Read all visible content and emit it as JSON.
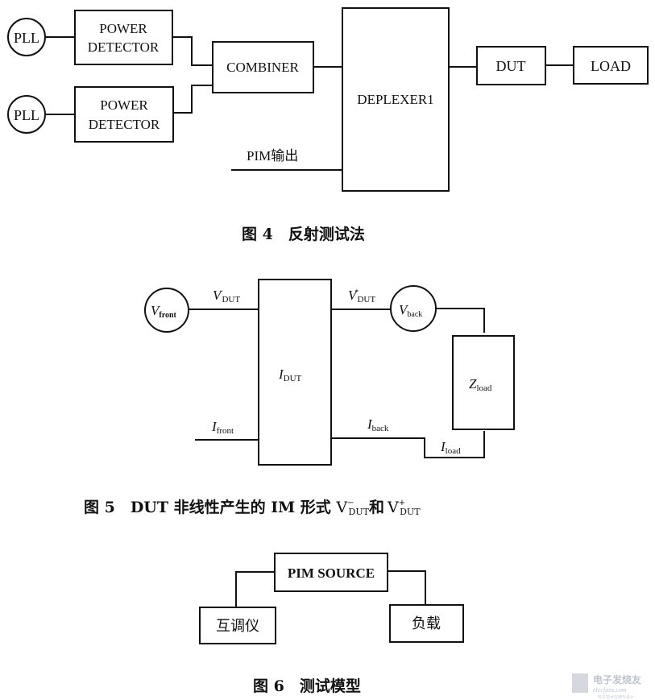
{
  "figure4": {
    "caption": "图 4　反射测试法",
    "blocks": {
      "pll1": "PLL",
      "pll2": "PLL",
      "pd1_line1": "POWER",
      "pd1_line2": "DETECTOR",
      "pd2_line1": "POWER",
      "pd2_line2": "DETECTOR",
      "combiner": "COMBINER",
      "deplexer": "DEPLEXER1",
      "dut": "DUT",
      "load": "LOAD"
    },
    "pim_output_label": "PIM输出"
  },
  "figure5": {
    "caption_prefix": "图 5　DUT 非线性产生的 IM 形式 ",
    "caption_v": "V",
    "caption_sub": "DUT",
    "caption_minus": "−",
    "caption_and": "和",
    "caption_plus": "+",
    "source_front": {
      "main": "V",
      "sub": "front"
    },
    "source_back": {
      "main": "V",
      "sub": "back"
    },
    "v_dut_minus": {
      "main": "V",
      "sup": "−",
      "sub": "DUT"
    },
    "v_dut_plus": {
      "main": "V",
      "sup": "+",
      "sub": "DUT"
    },
    "i_dut": {
      "main": "I",
      "sub": "DUT"
    },
    "i_front": {
      "main": "I",
      "sub": "front"
    },
    "i_back": {
      "main": "I",
      "sub": "back"
    },
    "i_load": {
      "main": "I",
      "sub": "load"
    },
    "z_load": {
      "main": "Z",
      "sub": "load"
    }
  },
  "figure6": {
    "caption": "图 6　测试模型",
    "pim_source": "PIM SOURCE",
    "analyzer": "互调仪",
    "load": "负载"
  },
  "watermark": {
    "title": "电子发烧友",
    "url": "elecfans.com",
    "tagline": "电子技术应用与设计"
  }
}
